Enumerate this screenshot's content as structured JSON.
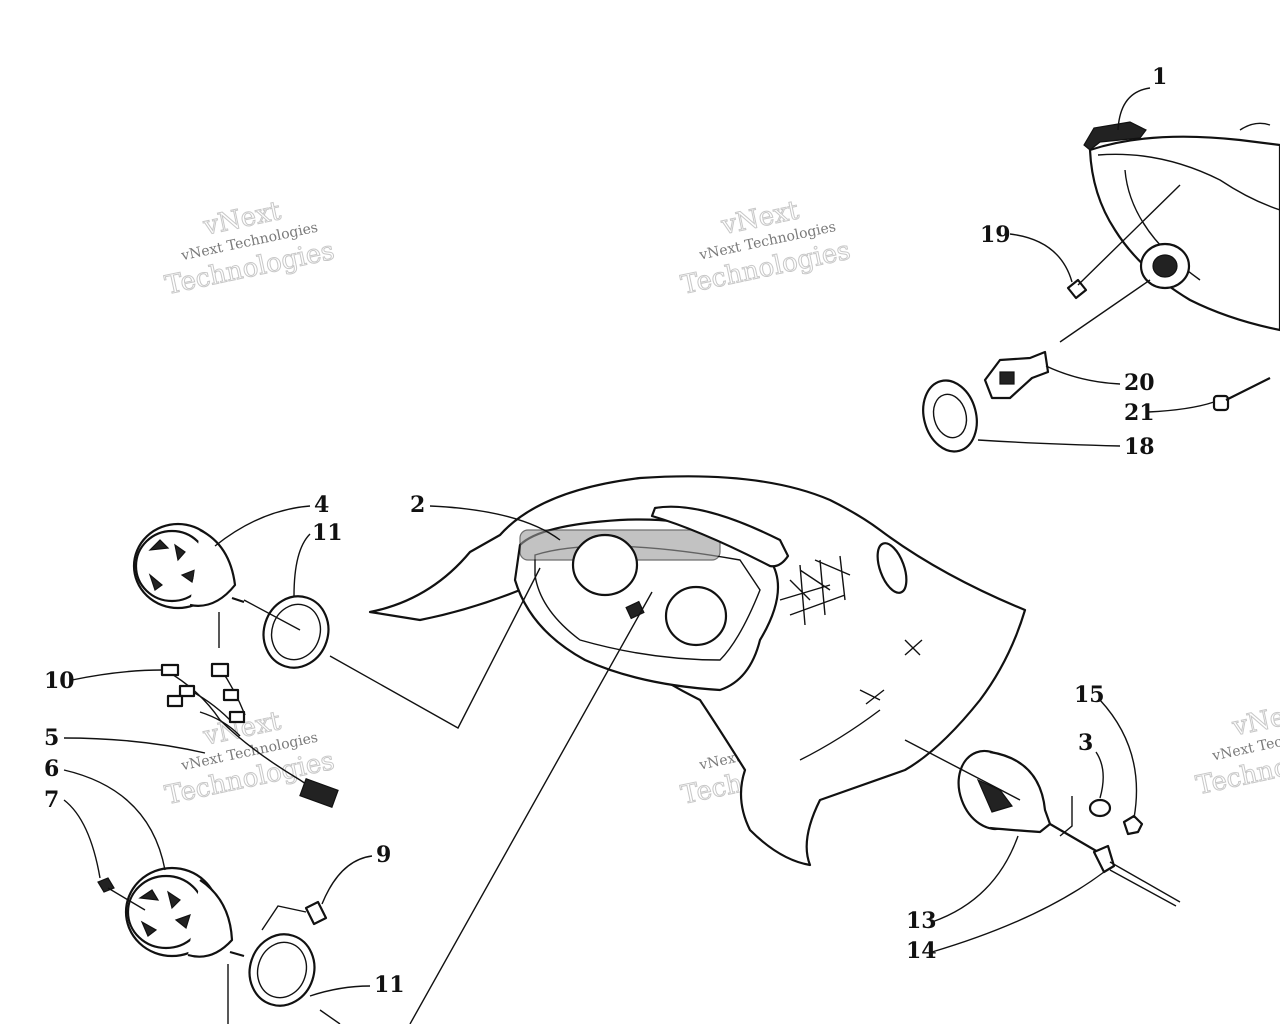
{
  "watermark": {
    "line1": "vNext",
    "line2": "vNext Technologies",
    "line3": "Technologies"
  },
  "callouts": {
    "c1": "1",
    "c2": "2",
    "c3": "3",
    "c4": "4",
    "c5": "5",
    "c6": "6",
    "c7": "7",
    "c9": "9",
    "c10": "10",
    "c11a": "11",
    "c11b": "11",
    "c13": "13",
    "c14": "14",
    "c15": "15",
    "c18": "18",
    "c19": "19",
    "c20": "20",
    "c21": "21"
  }
}
